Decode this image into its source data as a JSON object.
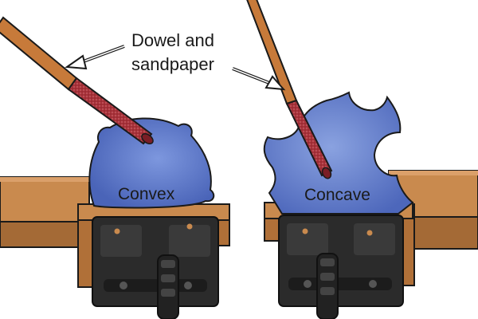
{
  "labels": {
    "callout_line1": "Dowel and",
    "callout_line2": "sandpaper",
    "left_piece": "Convex",
    "right_piece": "Concave"
  },
  "colors": {
    "wood": "#c98a4e",
    "wood_dark": "#8e5a2c",
    "workpiece": "#5b78c8",
    "vice": "#2b2b2b",
    "dowel": "#c77a3a",
    "sandpaper": "#a8323a",
    "outline": "#1a1a1a"
  },
  "icons": {
    "dowel": "dowel-with-sandpaper",
    "vice": "bench-vice",
    "arrow": "callout-arrow"
  }
}
